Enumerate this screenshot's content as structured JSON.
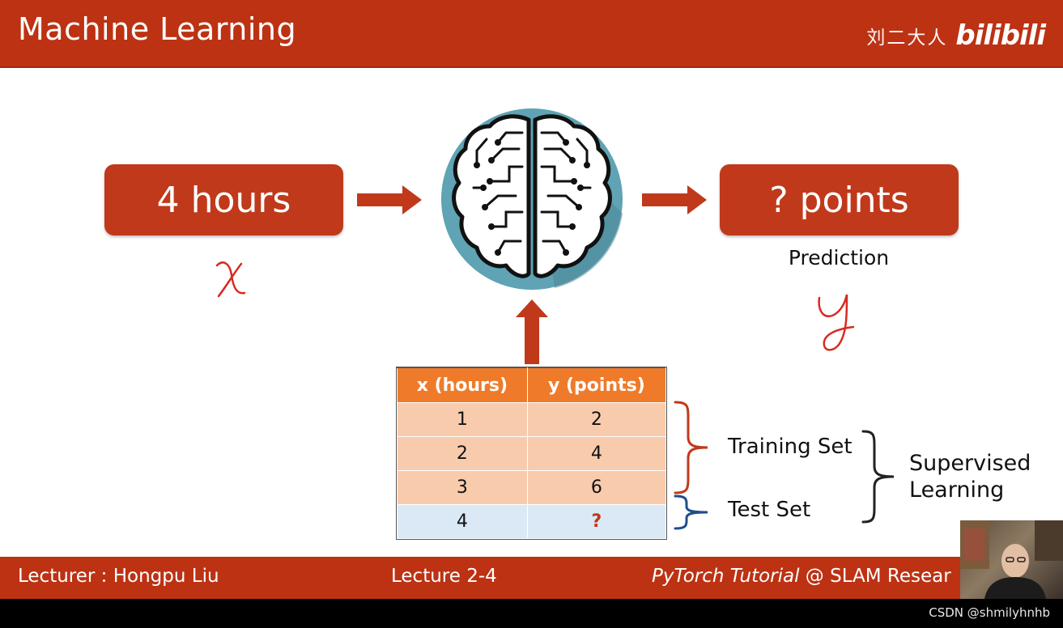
{
  "slide": {
    "title": "Machine Learning",
    "brand": {
      "name": "刘二大人",
      "logo": "bilibili"
    },
    "input_box": "4 hours",
    "output_box": "? points",
    "prediction_label": "Prediction",
    "table": {
      "headers": [
        "x (hours)",
        "y (points)"
      ],
      "rows": [
        {
          "x": "1",
          "y": "2"
        },
        {
          "x": "2",
          "y": "4"
        },
        {
          "x": "3",
          "y": "6"
        },
        {
          "x": "4",
          "y": "?"
        }
      ]
    },
    "training_set_label": "Training Set",
    "test_set_label": "Test Set",
    "supervised_label_line1": "Supervised",
    "supervised_label_line2": "Learning"
  },
  "footer": {
    "lecturer": "Lecturer : Hongpu Liu",
    "lecture": "Lecture 2-4",
    "course_italic": "PyTorch Tutorial",
    "course_rest": " @ SLAM Resear"
  },
  "watermark": "CSDN @shmilyhnhb",
  "colors": {
    "header_red": "#bc3213",
    "box_red": "#c0391b",
    "table_header_orange": "#ef7b2a",
    "train_row_peach": "#f9cbad",
    "test_row_blue": "#dbe9f6",
    "brain_teal": "#5fa3b4",
    "brace_blue": "#1f4e8c"
  },
  "icons": [
    "brain-circuit-icon",
    "right-arrow-icon",
    "up-arrow-icon",
    "curly-brace-icon"
  ]
}
